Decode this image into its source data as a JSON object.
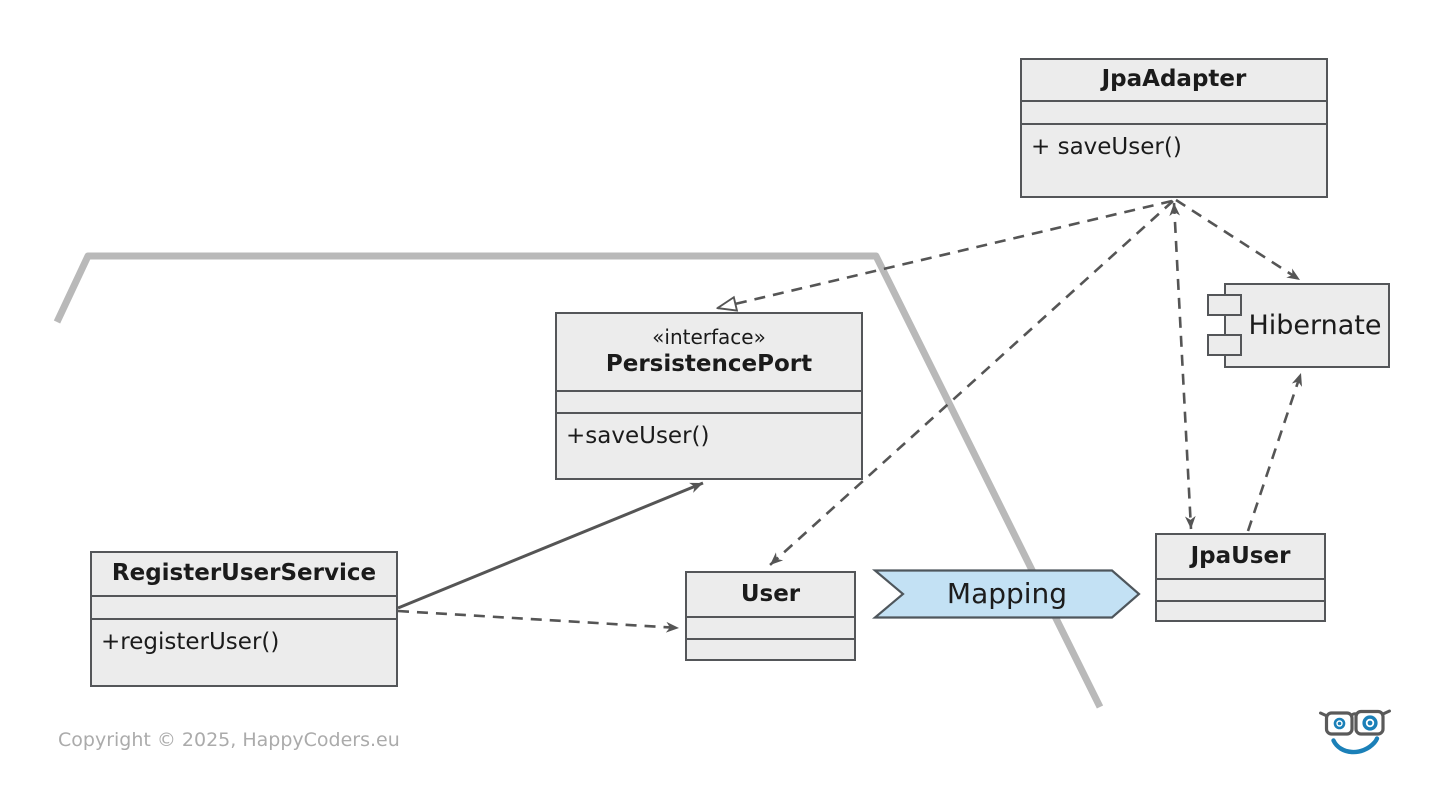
{
  "classes": {
    "jpa_adapter": {
      "name": "JpaAdapter",
      "methods": "+ saveUser()"
    },
    "persistence_port": {
      "stereotype": "«interface»",
      "name": "PersistencePort",
      "methods": "+saveUser()"
    },
    "register_user_service": {
      "name": "RegisterUserService",
      "methods": "+registerUser()"
    },
    "user": {
      "name": "User"
    },
    "jpa_user": {
      "name": "JpaUser"
    }
  },
  "components": {
    "hibernate": {
      "name": "Hibernate"
    }
  },
  "labels": {
    "mapping": "Mapping"
  },
  "footer": {
    "copyright": "Copyright © 2025, HappyCoders.eu"
  },
  "relationships": [
    {
      "from": "RegisterUserService",
      "to": "PersistencePort",
      "type": "association",
      "line": "solid",
      "arrow": "open"
    },
    {
      "from": "RegisterUserService",
      "to": "User",
      "type": "dependency",
      "line": "dashed",
      "arrow": "open"
    },
    {
      "from": "JpaAdapter",
      "to": "PersistencePort",
      "type": "realization",
      "line": "dashed",
      "arrow": "hollow-triangle"
    },
    {
      "from": "JpaAdapter",
      "to": "User",
      "type": "dependency",
      "line": "dashed",
      "arrow": "open"
    },
    {
      "from": "JpaAdapter",
      "to": "JpaUser",
      "type": "dependency",
      "line": "dashed",
      "arrow": "open-both-ends"
    },
    {
      "from": "JpaAdapter",
      "to": "Hibernate",
      "type": "dependency",
      "line": "dashed",
      "arrow": "open"
    },
    {
      "from": "JpaUser",
      "to": "Hibernate",
      "type": "dependency",
      "line": "dashed",
      "arrow": "open"
    }
  ],
  "colors": {
    "background": "#ffffff",
    "box_fill": "#ececec",
    "box_border": "#545659",
    "line": "#555555",
    "hexagon_boundary": "#b9b9b9",
    "mapping_fill": "#c3e1f4",
    "logo_blue": "#1b80b8",
    "copyright_text": "#ababab"
  }
}
